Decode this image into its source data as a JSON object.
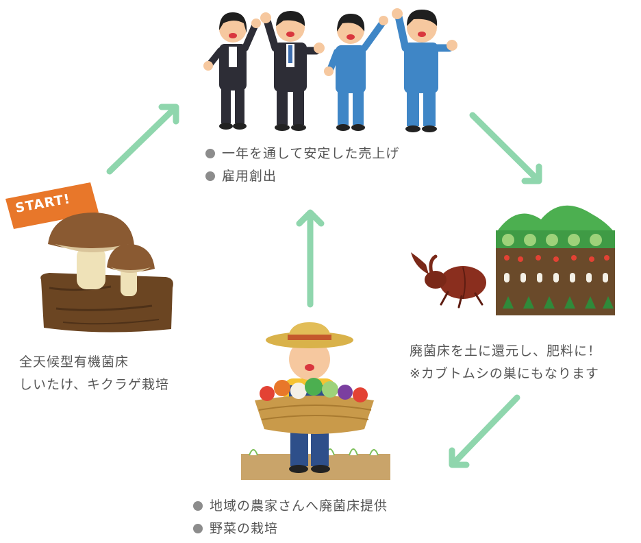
{
  "start_badge": "START!",
  "top_node": {
    "items": [
      "一年を通して安定した売上げ",
      "雇用創出"
    ]
  },
  "left_node": {
    "lines": [
      "全天候型有機菌床",
      "しいたけ、キクラゲ栽培"
    ]
  },
  "right_node": {
    "lines": [
      "廃菌床を土に還元し、肥料に！",
      "※カブトムシの巣にもなります"
    ]
  },
  "bottom_node": {
    "items": [
      "地域の農家さんへ廃菌床提供",
      "野菜の栽培"
    ]
  },
  "colors": {
    "arrow": "#8fd6ad",
    "text": "#555555",
    "bullet": "#8c8c8c",
    "badge": "#e8772a",
    "suit": "#2d2d36",
    "work_blue": "#3f86c6",
    "mushroom_cap": "#8a5a32",
    "log": "#6b4522",
    "beetle": "#8a2e1e",
    "soil": "#6a4a2a",
    "grass": "#4caf50"
  },
  "icons": [
    "arrow-icon",
    "workers-illustration",
    "mushroom-log-illustration",
    "soil-layers-illustration",
    "beetle-illustration",
    "farmer-illustration"
  ]
}
